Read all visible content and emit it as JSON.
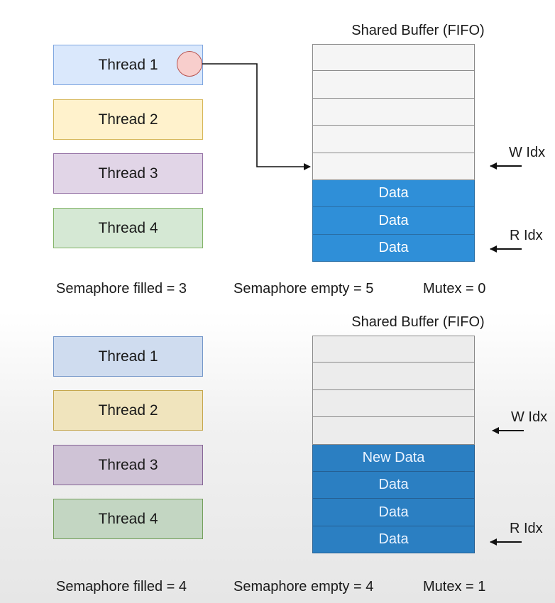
{
  "top": {
    "threads": [
      "Thread 1",
      "Thread 2",
      "Thread 3",
      "Thread 4"
    ],
    "buffer_title": "Shared Buffer (FIFO)",
    "buffer_cells": [
      "",
      "",
      "",
      "",
      "",
      "Data",
      "Data",
      "Data"
    ],
    "w_idx_label": "W Idx",
    "r_idx_label": "R Idx",
    "status": {
      "filled": "Semaphore filled = 3",
      "empty": "Semaphore empty = 5",
      "mutex": "Mutex = 0"
    }
  },
  "bottom": {
    "threads": [
      "Thread 1",
      "Thread 2",
      "Thread 3",
      "Thread 4"
    ],
    "buffer_title": "Shared Buffer (FIFO)",
    "buffer_cells": [
      "",
      "",
      "",
      "",
      "New Data",
      "Data",
      "Data",
      "Data"
    ],
    "w_idx_label": "W Idx",
    "r_idx_label": "R Idx",
    "status": {
      "filled": "Semaphore filled = 4",
      "empty": "Semaphore empty = 4",
      "mutex": "Mutex = 1"
    }
  },
  "colors": {
    "thread_1": "#dae8fc",
    "thread_2": "#fff2cc",
    "thread_3": "#e1d5e7",
    "thread_4": "#d5e8d4",
    "data_cell": "#2f8fd8",
    "empty_cell": "#f5f5f5",
    "lock_circle": "#f8cecc"
  },
  "icons": {
    "lock": "circle-lock-icon",
    "pointer": "arrow-left-icon"
  }
}
